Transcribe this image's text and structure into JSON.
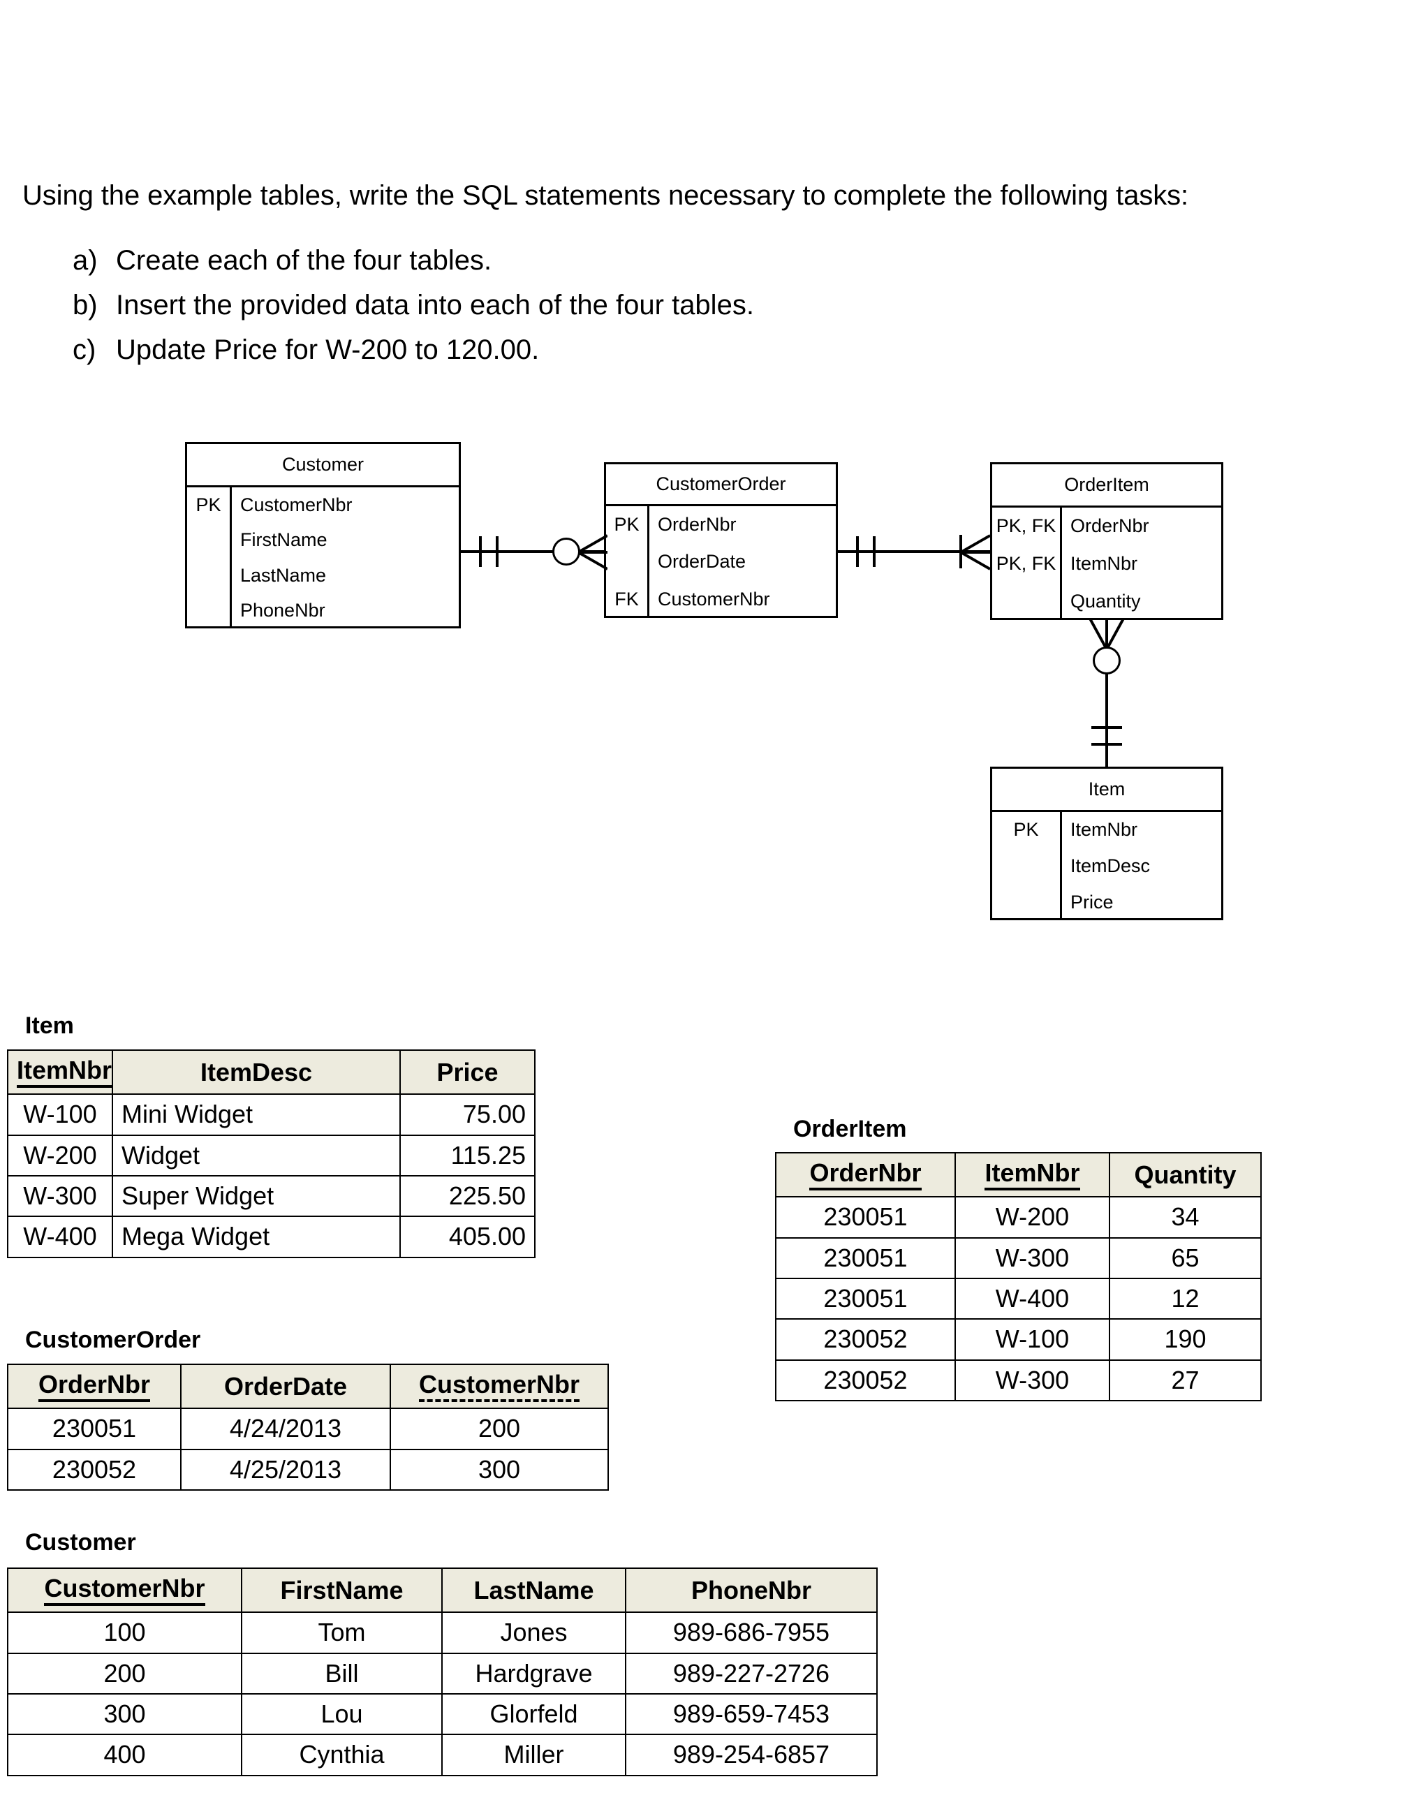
{
  "prose": {
    "intro": "Using the example tables, write the SQL statements necessary to complete the following tasks:",
    "tasks": [
      {
        "marker": "a)",
        "text": "Create each of the four tables."
      },
      {
        "marker": "b)",
        "text": "Insert the provided data into each of the four tables."
      },
      {
        "marker": "c)",
        "text": "Update Price for W-200 to 120.00."
      }
    ]
  },
  "erd": {
    "entities": {
      "customer": {
        "title": "Customer",
        "attributes": [
          {
            "key": "PK",
            "name": "CustomerNbr"
          },
          {
            "key": "",
            "name": "FirstName"
          },
          {
            "key": "",
            "name": "LastName"
          },
          {
            "key": "",
            "name": "PhoneNbr"
          }
        ]
      },
      "customerorder": {
        "title": "CustomerOrder",
        "attributes": [
          {
            "key": "PK",
            "name": "OrderNbr"
          },
          {
            "key": "",
            "name": "OrderDate"
          },
          {
            "key": "FK",
            "name": "CustomerNbr"
          }
        ]
      },
      "orderitem": {
        "title": "OrderItem",
        "attributes": [
          {
            "key": "PK, FK",
            "name": "OrderNbr"
          },
          {
            "key": "PK, FK",
            "name": "ItemNbr"
          },
          {
            "key": "",
            "name": "Quantity"
          }
        ]
      },
      "item": {
        "title": "Item",
        "attributes": [
          {
            "key": "PK",
            "name": "ItemNbr"
          },
          {
            "key": "",
            "name": "ItemDesc"
          },
          {
            "key": "",
            "name": "Price"
          }
        ]
      }
    },
    "relationships": [
      {
        "from": "customer",
        "to": "customerorder",
        "from_cardinality": "exactly-one",
        "to_cardinality": "zero-or-many"
      },
      {
        "from": "customerorder",
        "to": "orderitem",
        "from_cardinality": "exactly-one",
        "to_cardinality": "one-or-many"
      },
      {
        "from": "orderitem",
        "to": "item",
        "from_cardinality": "zero-or-many",
        "to_cardinality": "exactly-one"
      }
    ]
  },
  "tables": {
    "item": {
      "caption": "Item",
      "columns": [
        {
          "label": "ItemNbr",
          "underline": "solid",
          "align": "c"
        },
        {
          "label": "ItemDesc",
          "underline": "none",
          "align": "l"
        },
        {
          "label": "Price",
          "underline": "none",
          "align": "r"
        }
      ],
      "rows": [
        [
          "W-100",
          "Mini Widget",
          "75.00"
        ],
        [
          "W-200",
          "Widget",
          "115.25"
        ],
        [
          "W-300",
          "Super Widget",
          "225.50"
        ],
        [
          "W-400",
          "Mega Widget",
          "405.00"
        ]
      ]
    },
    "orderitem": {
      "caption": "OrderItem",
      "columns": [
        {
          "label": "OrderNbr",
          "underline": "solid",
          "align": "c"
        },
        {
          "label": "ItemNbr",
          "underline": "solid",
          "align": "c"
        },
        {
          "label": "Quantity",
          "underline": "none",
          "align": "c"
        }
      ],
      "rows": [
        [
          "230051",
          "W-200",
          "34"
        ],
        [
          "230051",
          "W-300",
          "65"
        ],
        [
          "230051",
          "W-400",
          "12"
        ],
        [
          "230052",
          "W-100",
          "190"
        ],
        [
          "230052",
          "W-300",
          "27"
        ]
      ]
    },
    "customerorder": {
      "caption": "CustomerOrder",
      "columns": [
        {
          "label": "OrderNbr",
          "underline": "solid",
          "align": "c"
        },
        {
          "label": "OrderDate",
          "underline": "none",
          "align": "c"
        },
        {
          "label": "CustomerNbr",
          "underline": "dashed",
          "align": "c"
        }
      ],
      "rows": [
        [
          "230051",
          "4/24/2013",
          "200"
        ],
        [
          "230052",
          "4/25/2013",
          "300"
        ]
      ]
    },
    "customer": {
      "caption": "Customer",
      "columns": [
        {
          "label": "CustomerNbr",
          "underline": "solid",
          "align": "c"
        },
        {
          "label": "FirstName",
          "underline": "none",
          "align": "c"
        },
        {
          "label": "LastName",
          "underline": "none",
          "align": "c"
        },
        {
          "label": "PhoneNbr",
          "underline": "none",
          "align": "c"
        }
      ],
      "rows": [
        [
          "100",
          "Tom",
          "Jones",
          "989-686-7955"
        ],
        [
          "200",
          "Bill",
          "Hardgrave",
          "989-227-2726"
        ],
        [
          "300",
          "Lou",
          "Glorfeld",
          "989-659-7453"
        ],
        [
          "400",
          "Cynthia",
          "Miller",
          "989-254-6857"
        ]
      ]
    }
  },
  "colors": {
    "header_fill": "#EDEBDE",
    "line": "#000000",
    "page": "#FFFFFF"
  }
}
